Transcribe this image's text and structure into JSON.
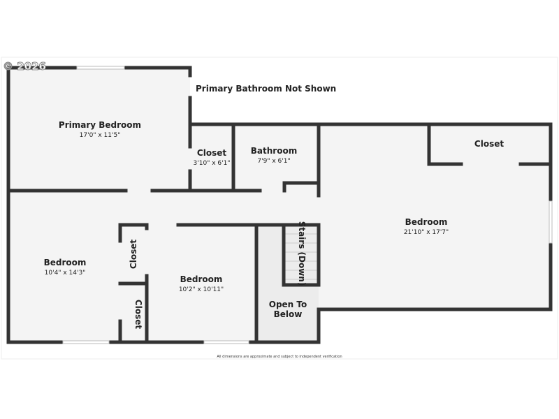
{
  "watermark": "© 2026",
  "note": "Primary Bathroom Not Shown",
  "footer": "All dimensions are approximate and subject to independent verification",
  "rooms": {
    "primary_bedroom": {
      "name": "Primary Bedroom",
      "dims": "17'0\" x 11'5\""
    },
    "closet_top": {
      "name": "Closet",
      "dims": "3'10\" x 6'1\""
    },
    "bathroom": {
      "name": "Bathroom",
      "dims": "7'9\" x 6'1\""
    },
    "closet_large": {
      "name": "Closet"
    },
    "bedroom_large": {
      "name": "Bedroom",
      "dims": "21'10\" x 17'7\""
    },
    "bedroom_left": {
      "name": "Bedroom",
      "dims": "10'4\" x 14'3\""
    },
    "closet_mid_1": {
      "name": "Closet"
    },
    "closet_mid_2": {
      "name": "Closet"
    },
    "bedroom_mid": {
      "name": "Bedroom",
      "dims": "10'2\" x 10'11\""
    },
    "stairs": {
      "name": "Stairs (Down)"
    },
    "open_to_below": {
      "line1": "Open To",
      "line2": "Below"
    }
  }
}
